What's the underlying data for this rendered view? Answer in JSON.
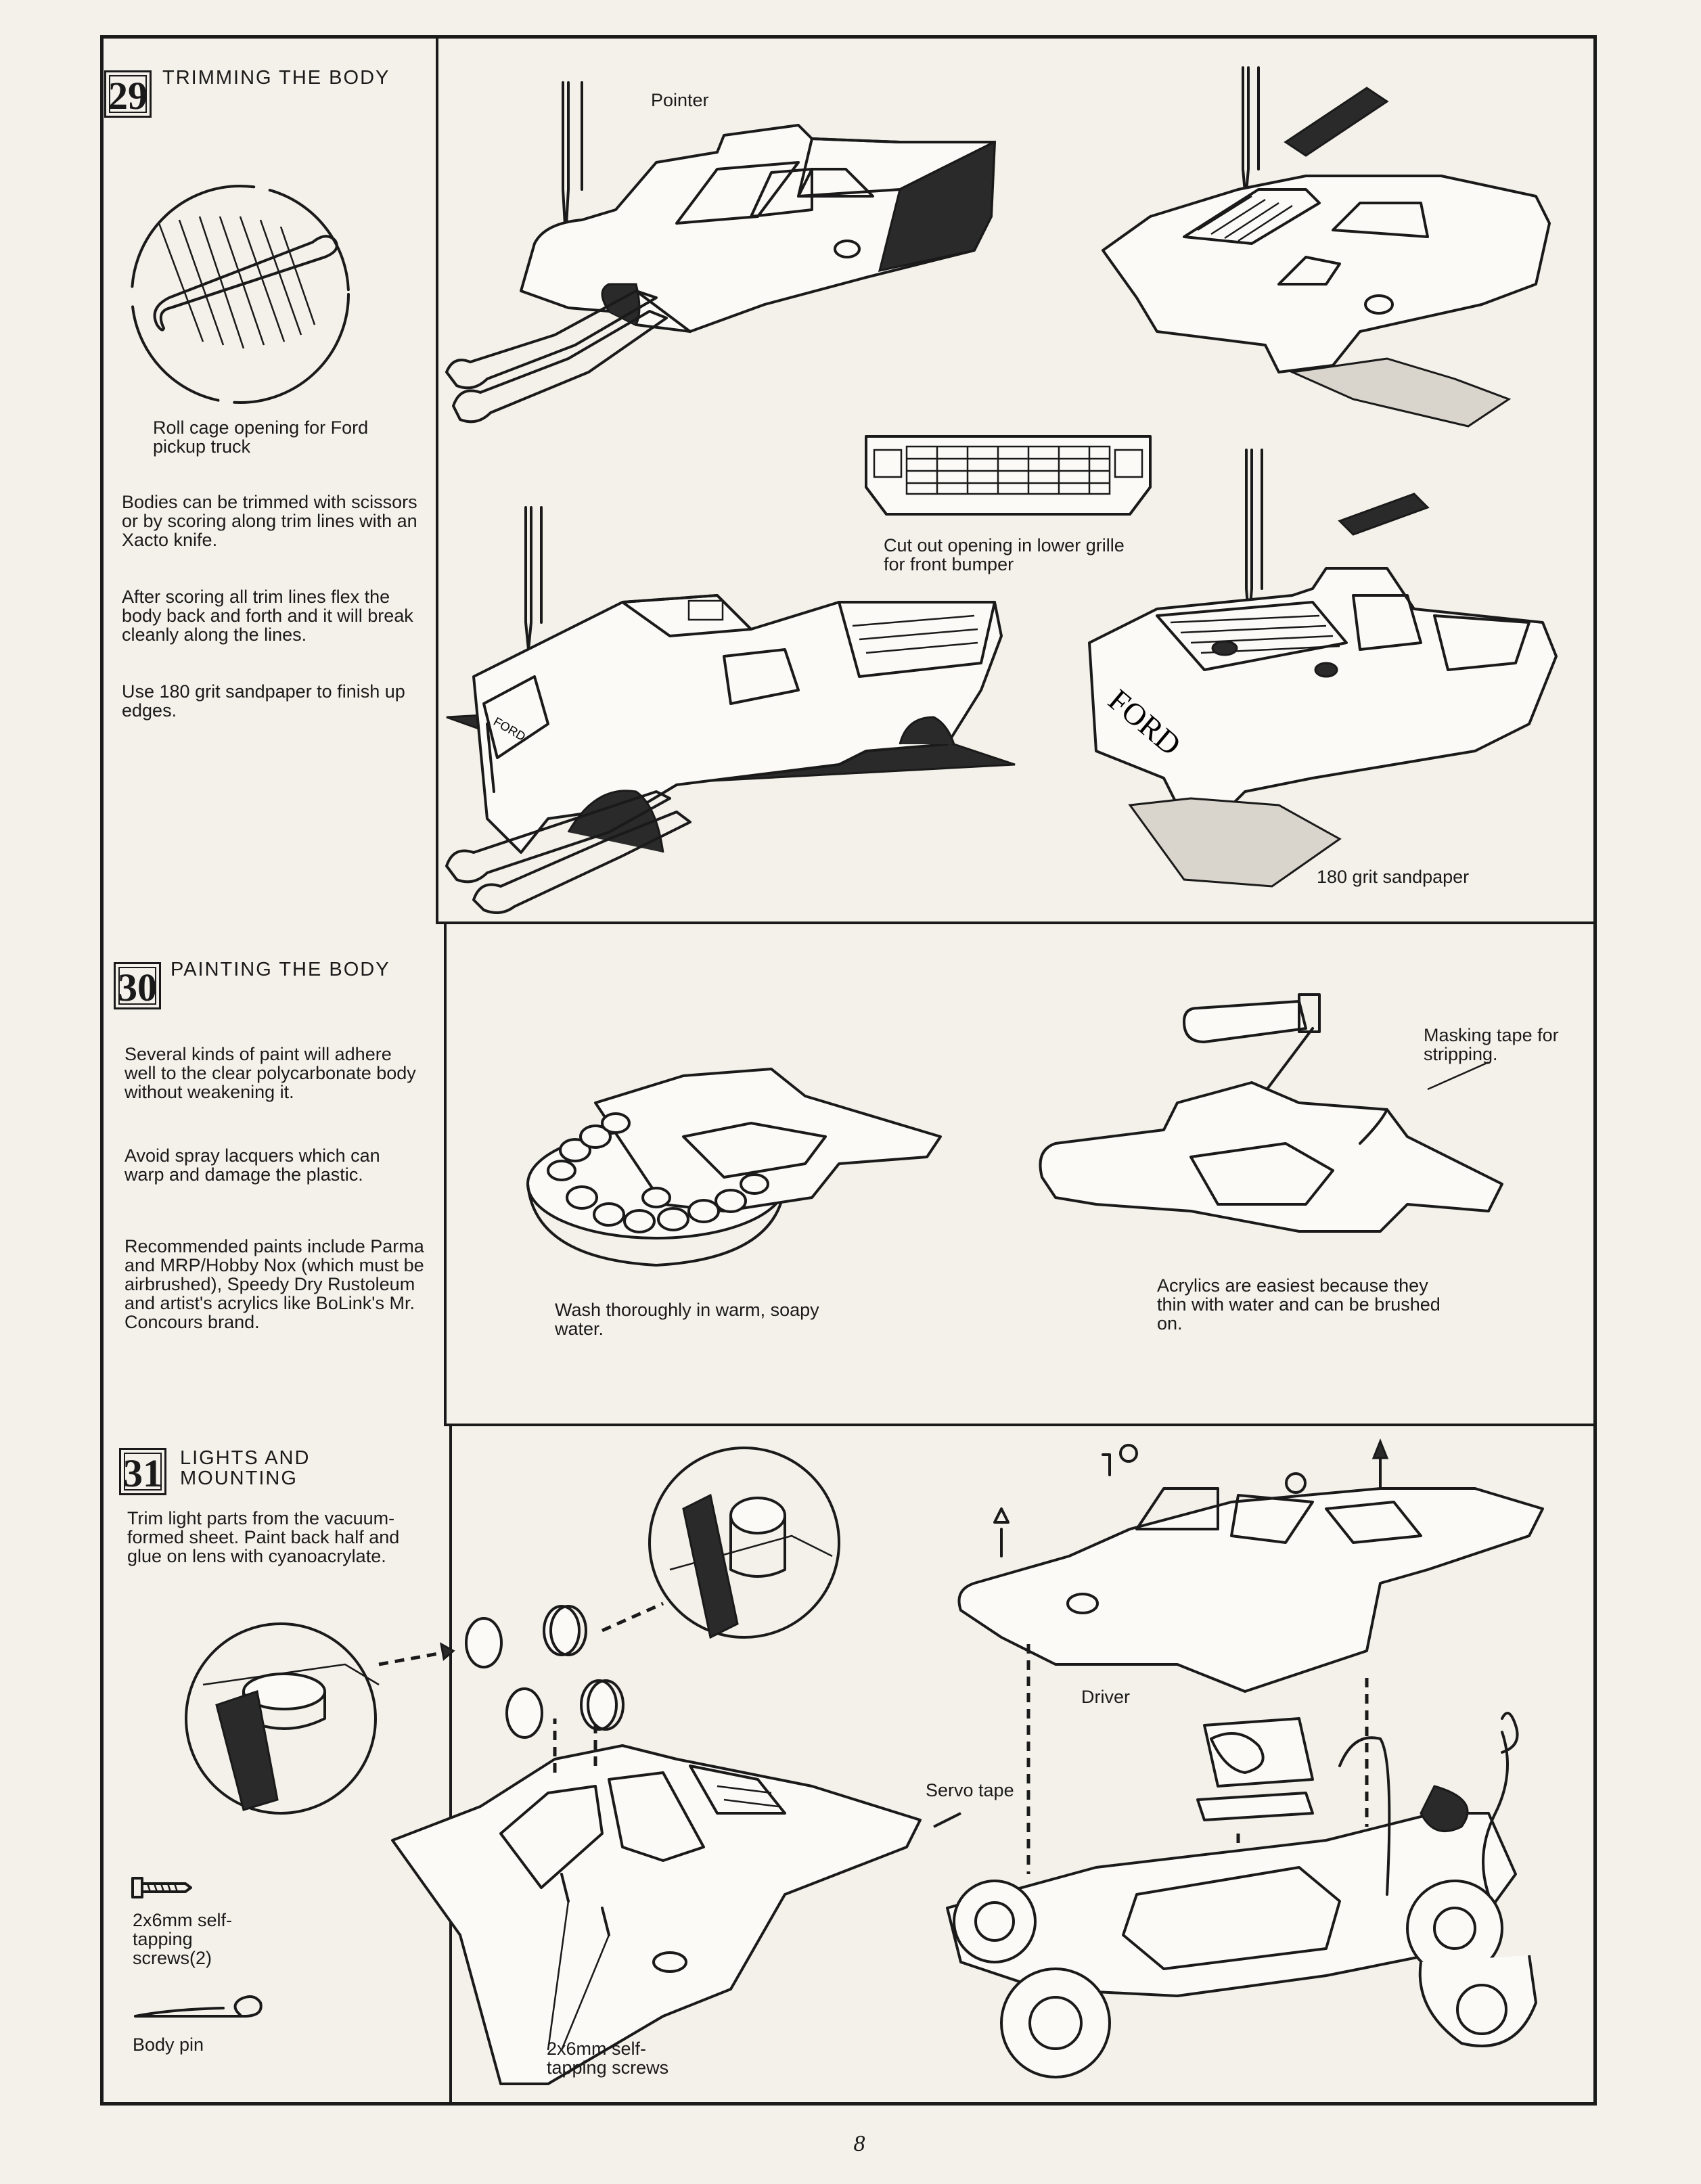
{
  "sections": [
    {
      "number": "29",
      "title": "TRIMMING THE BODY",
      "detail_caption": "Roll cage opening for Ford pickup truck",
      "paragraphs": [
        "Bodies can be trimmed with scissors or by scoring along trim lines with an Xacto knife.",
        "After scoring all trim lines flex the body back and forth and it will break cleanly along the lines.",
        "Use 180 grit sandpaper to finish up edges."
      ],
      "labels": {
        "pointer": "Pointer",
        "grille": "Cut out opening in lower grille for front bumper",
        "sandpaper": "180 grit sandpaper",
        "tailgate_text": "FORD"
      }
    },
    {
      "number": "30",
      "title": "PAINTING THE BODY",
      "paragraphs": [
        "Several kinds of paint will adhere well to the clear polycarbonate body without weakening it.",
        "Avoid spray lacquers which can warp and damage the plastic.",
        "Recommended paints include Parma and MRP/Hobby Nox (which must be airbrushed), Speedy Dry Rustoleum and artist's acrylics like BoLink's Mr. Concours brand."
      ],
      "labels": {
        "wash": "Wash thoroughly in warm, soapy water.",
        "masking": "Masking tape for stripping.",
        "acrylics": "Acrylics are easiest because they thin with water and can be brushed on."
      }
    },
    {
      "number": "31",
      "title_line1": "LIGHTS AND",
      "title_line2": "MOUNTING",
      "paragraphs": [
        "Trim light parts from the vacuum-formed sheet. Paint back half and glue on lens with cyanoacrylate."
      ],
      "labels": {
        "screws_part": "2x6mm self-tapping screws(2)",
        "body_pin": "Body pin",
        "screws_callout": "2x6mm self-tapping screws",
        "driver": "Driver",
        "servo_tape": "Servo tape"
      }
    }
  ],
  "page_number": "8"
}
